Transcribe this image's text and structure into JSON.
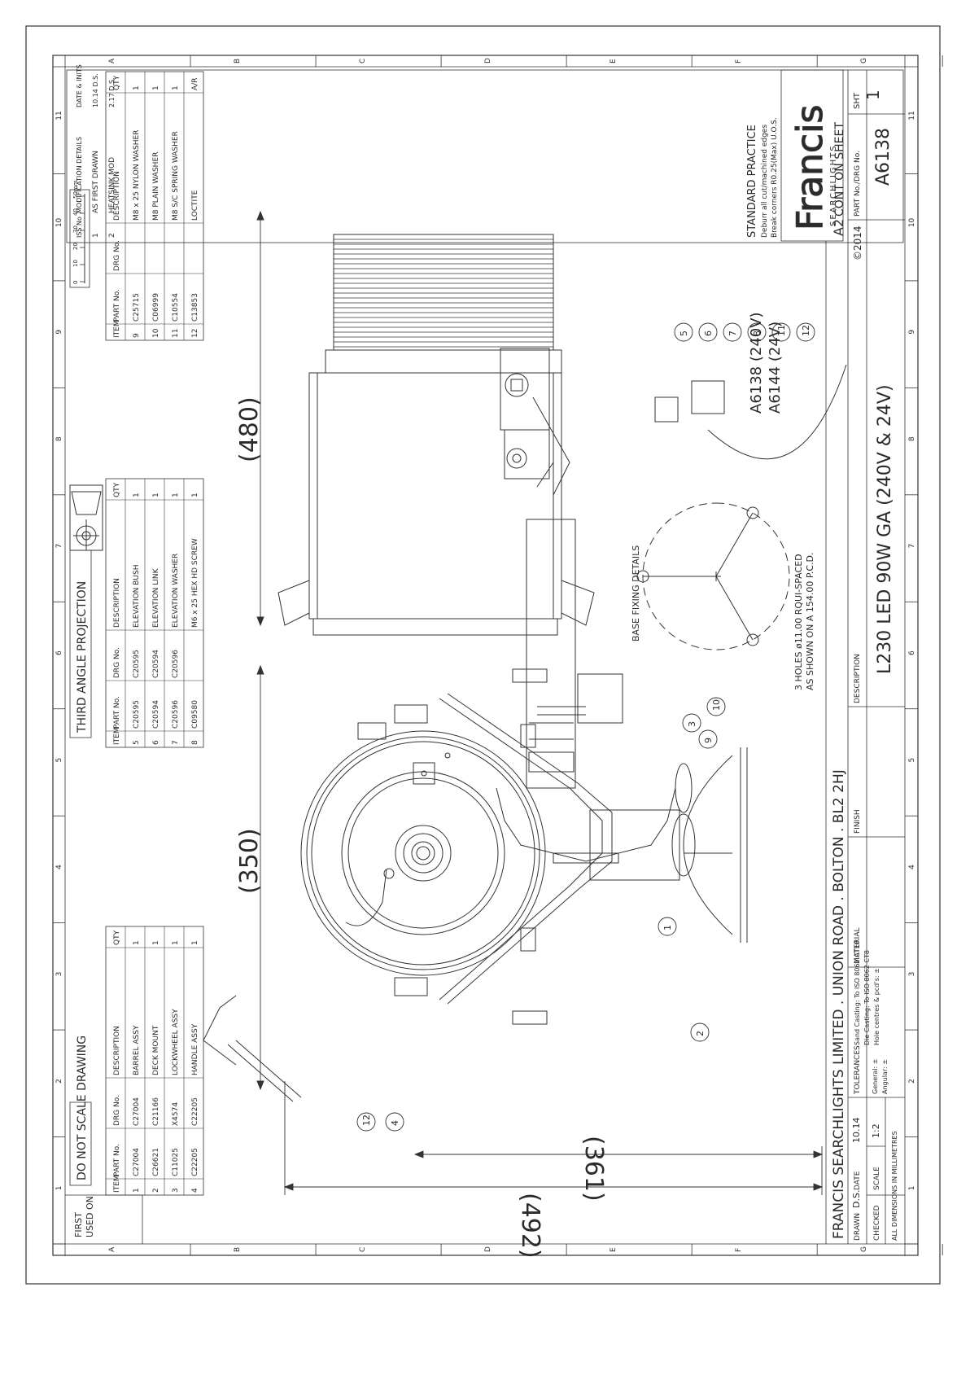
{
  "drawing": {
    "do_not_scale": "DO NOT SCALE DRAWING",
    "projection": "THIRD ANGLE PROJECTION",
    "first_used_on": [
      "FIRST",
      "USED ON"
    ],
    "scale_ruler": [
      "0",
      "10",
      "20",
      "30",
      "40",
      "50mm"
    ],
    "grid_numbers": [
      "1",
      "2",
      "3",
      "4",
      "5",
      "6",
      "7",
      "8",
      "9",
      "10",
      "11"
    ],
    "grid_letters": [
      "A",
      "B",
      "C",
      "D",
      "E",
      "F",
      "G"
    ]
  },
  "parts_tables": {
    "headers": [
      "ITEM",
      "PART No.",
      "DRG No.",
      "DESCRIPTION",
      "QTY"
    ],
    "tables": [
      {
        "rows": [
          [
            "1",
            "C27004",
            "C27004",
            "BARREL ASSY",
            "1"
          ],
          [
            "2",
            "C26621",
            "C21166",
            "DECK MOUNT",
            "1"
          ],
          [
            "3",
            "C11025",
            "X4574",
            "LOCKWHEEL ASSY",
            "1"
          ],
          [
            "4",
            "C22205",
            "C22205",
            "HANDLE ASSY",
            "1"
          ]
        ]
      },
      {
        "rows": [
          [
            "5",
            "C20595",
            "C20595",
            "ELEVATION BUSH",
            "1"
          ],
          [
            "6",
            "C20594",
            "C20594",
            "ELEVATION LINK",
            "1"
          ],
          [
            "7",
            "C20596",
            "C20596",
            "ELEVATION WASHER",
            "1"
          ],
          [
            "8",
            "C09580",
            "",
            "M6 x 25 HEX HD SCREW",
            "1"
          ]
        ]
      },
      {
        "rows": [
          [
            "9",
            "C25715",
            "",
            "M8 x 25 NYLON WASHER",
            "1"
          ],
          [
            "10",
            "C06999",
            "",
            "M8 PLAIN WASHER",
            "1"
          ],
          [
            "11",
            "C10554",
            "",
            "M8 S/C SPRING WASHER",
            "1"
          ],
          [
            "12",
            "C13853",
            "",
            "LOCTITE",
            "A/R"
          ]
        ]
      }
    ]
  },
  "modifications": {
    "headers": [
      "ISS No",
      "MODIFICATION DETAILS",
      "DATE & INITS"
    ],
    "rows": [
      [
        "1",
        "AS FIRST DRAWN",
        "10.14 D.S."
      ],
      [
        "2",
        "HEATSINK MOD",
        "2.17 D.S."
      ]
    ]
  },
  "standard_practice": {
    "title": "STANDARD PRACTICE",
    "lines": [
      "Deburr all cut/machined edges",
      "Break corners R0.25(Max) U.O.S."
    ]
  },
  "logo": {
    "text": "Francis",
    "subtext": "SEARCHLIGHTS"
  },
  "title_block": {
    "company": "FRANCIS SEARCHLIGHTS LIMITED . UNION ROAD . BOLTON . BL2 2HJ",
    "copyright": "©2014",
    "sheet_size": "A2",
    "cont_on_sheet": "CONT ON SHEET",
    "sht_label": "SHT",
    "sht_value": "1",
    "part_no_label": "PART No./DRG No.",
    "part_no": "A6138",
    "description_label": "DESCRIPTION",
    "description": "L230 LED 90W GA (240V & 24V)",
    "finish_label": "FINISH",
    "material_label": "MATERIAL",
    "tolerances": [
      "Sand Casting: To ISO 8062 CT10",
      "Die Casting: To ISO 8062 CT8",
      "Hole centres & pcd’s: ±"
    ],
    "tolerances_label": "TOLERANCES",
    "general": "General: ±",
    "angular": "Angular: ±",
    "drawn_label": "DRAWN",
    "drawn_by": "D.S.",
    "date_label": "DATE",
    "date": "10.14",
    "checked_label": "CHECKED",
    "scale_label": "SCALE",
    "scale": "1:2",
    "units": "ALL DIMENSIONS IN MILLIMETRES"
  },
  "dimensions": {
    "width_front": "(350)",
    "length_side": "(480)",
    "height_handle": "(361)",
    "height_total": "(492)"
  },
  "callouts": [
    "1",
    "2",
    "3",
    "10",
    "4",
    "12",
    "9",
    "5",
    "6",
    "7",
    "8",
    "11",
    "12"
  ],
  "notes": {
    "base_fixing": "BASE FIXING DETAILS",
    "holes_line1": "3 HOLES ø11.00 RQUI-SPACED",
    "holes_line2": "AS SHOWN ON A 154.00 P.C.D.",
    "variant1": "A6138 (240V)",
    "variant2": "A6144 (24V)"
  }
}
